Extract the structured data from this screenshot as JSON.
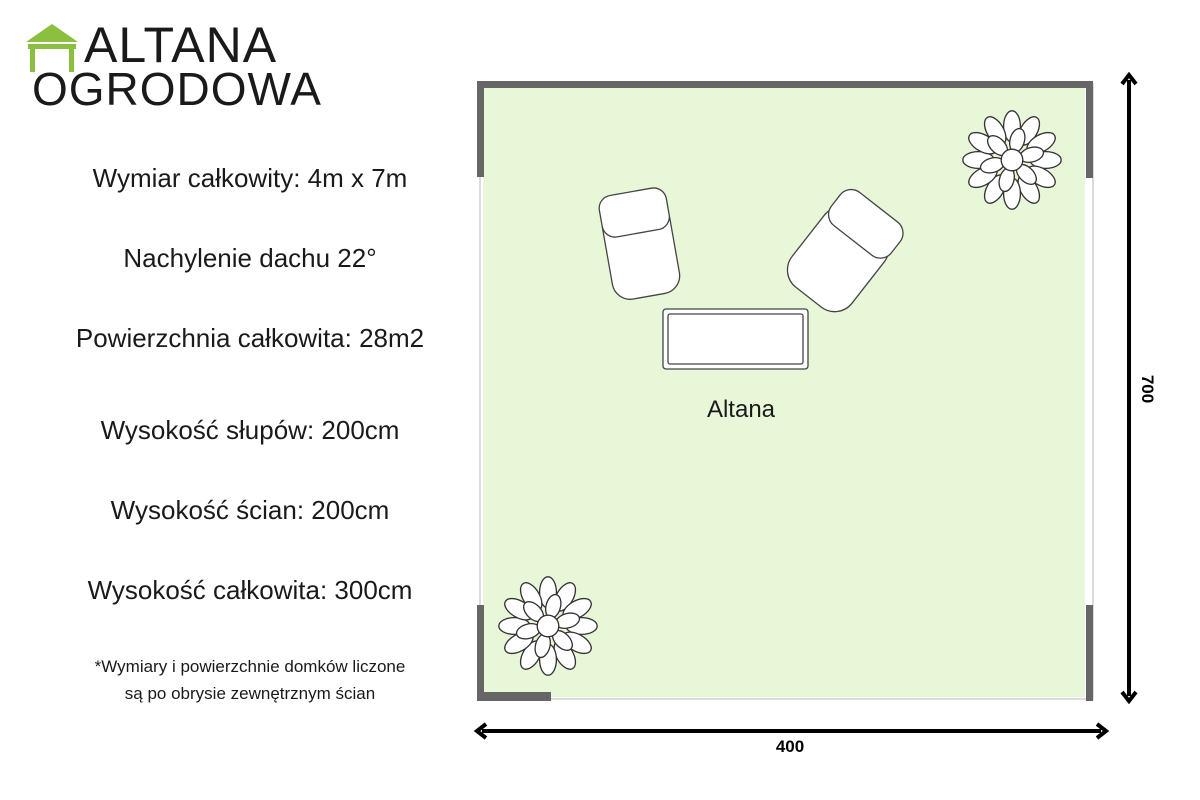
{
  "logo": {
    "line1": "ALTANA",
    "line2": "OGRODOWA",
    "icon": "gazebo-icon",
    "accent": "#8bbf3f"
  },
  "specs": [
    "Wymiar całkowity: 4m x 7m",
    "Nachylenie dachu 22°",
    "Powierzchnia całkowita: 28m2",
    "Wysokość słupów: 200cm",
    "Wysokość ścian: 200cm",
    "Wysokość całkowita: 300cm"
  ],
  "footnote": {
    "line1": "*Wymiary i powierzchnie domków liczone",
    "line2": "są po obrysie zewnętrznym ścian"
  },
  "plan": {
    "room_label": "Altana",
    "width_label": "400",
    "height_label": "700",
    "floor_color": "#e9f7d9",
    "wall_color": "#666666"
  }
}
